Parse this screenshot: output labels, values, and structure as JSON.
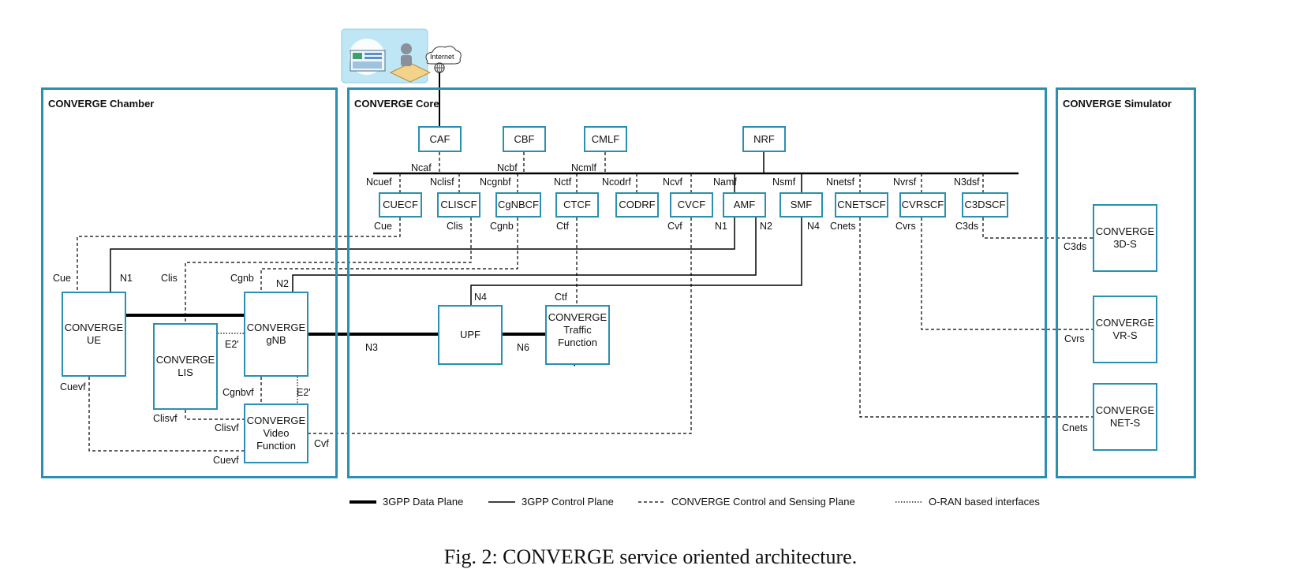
{
  "regions": {
    "chamber": "CONVERGE Chamber",
    "core": "CONVERGE Core",
    "simulator": "CONVERGE Simulator"
  },
  "internet": {
    "cloud_label": "Internet"
  },
  "core_functions": {
    "caf": "CAF",
    "cbf": "CBF",
    "cmlf": "CMLF",
    "nrf": "NRF",
    "cuecf": "CUECF",
    "cliscf": "CLISCF",
    "cgnbcf": "CgNBCF",
    "ctcf": "CTCF",
    "codrf": "CODRF",
    "cvcf": "CVCF",
    "amf": "AMF",
    "smf": "SMF",
    "cnetscf": "CNETSCF",
    "cvrscf": "CVRSCF",
    "c3dscf": "C3DSCF",
    "upf": "UPF",
    "traffic": "CONVERGE\nTraffic\nFunction"
  },
  "chamber_elements": {
    "ue": "CONVERGE\nUE",
    "lis": "CONVERGE\nLIS",
    "gnb": "CONVERGE\ngNB",
    "video": "CONVERGE\nVideo\nFunction"
  },
  "simulator_elements": {
    "s3d": "CONVERGE\n3D-S",
    "vr": "CONVERGE\nVR-S",
    "net": "CONVERGE\nNET-S"
  },
  "interface_labels": {
    "ncaf": "Ncaf",
    "ncbf": "Ncbf",
    "ncmlf": "Ncmlf",
    "ncuef": "Ncuef",
    "nclisf": "Nclisf",
    "ncgnbf": "Ncgnbf",
    "nctf": "Nctf",
    "ncodrf": "Ncodrf",
    "ncvf": "Ncvf",
    "namf": "Namf",
    "nsmf": "Nsmf",
    "nnetsf": "Nnetsf",
    "nvrsf": "Nvrsf",
    "n3dsf": "N3dsf",
    "cue_top": "Cue",
    "clis_top": "Clis",
    "cgnb_top": "Cgnb",
    "ctf_top": "Ctf",
    "cvf_top": "Cvf",
    "n1_top": "N1",
    "n2_top": "N2",
    "n4_top": "N4",
    "cnets_top": "Cnets",
    "cvrs_top": "Cvrs",
    "c3ds_top": "C3ds",
    "cue_left": "Cue",
    "n1_ue": "N1",
    "clis_left": "Clis",
    "cgnb_left": "Cgnb",
    "n2_gnb": "N2",
    "e2_top": "E2'",
    "e2_bottom": "E2'",
    "n3": "N3",
    "n6": "N6",
    "n4_upf": "N4",
    "ctf_traffic": "Ctf",
    "cuevf_left": "Cuevf",
    "cgnbvf": "Cgnbvf",
    "clisvf_left": "Clisvf",
    "clisvf_right": "Clisvf",
    "cvf_video": "Cvf",
    "cuevf_bottom": "Cuevf",
    "c3ds_sim": "C3ds",
    "cvrs_sim": "Cvrs",
    "cnets_sim": "Cnets"
  },
  "legend": {
    "data_plane": "3GPP Data Plane",
    "control_plane": "3GPP Control Plane",
    "converge_plane": "CONVERGE Control and Sensing Plane",
    "oran": "O-RAN based interfaces"
  },
  "caption": "Fig. 2: CONVERGE service oriented architecture.",
  "colors": {
    "accent": "#2a8fb0",
    "panel": "#bfe6f5"
  }
}
